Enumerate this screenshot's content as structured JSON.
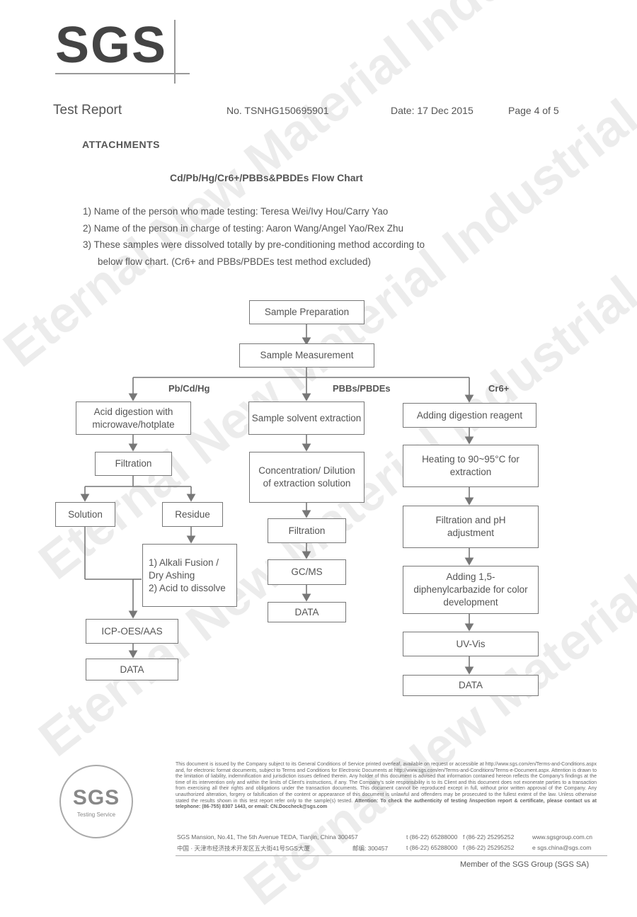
{
  "header": {
    "logo": "SGS",
    "title": "Test Report",
    "report_no": "No. TSNHG150695901",
    "date": "Date: 17 Dec 2015",
    "page": "Page 4 of 5"
  },
  "attachments_label": "ATTACHMENTS",
  "flow_title": "Cd/Pb/Hg/Cr6+/PBBs&PBDEs Flow Chart",
  "notes": [
    "1) Name of the person who made testing: Teresa Wei/Ivy  Hou/Carry  Yao",
    "2) Name of the person in charge of testing:  Aaron Wang/Angel Yao/Rex Zhu",
    "3) These samples were dissolved totally by pre-conditioning method according to",
    "below flow chart. (Cr6+ and PBBs/PBDEs test method excluded)"
  ],
  "flowchart": {
    "sample_prep": "Sample Preparation",
    "sample_meas": "Sample Measurement",
    "branches": {
      "left": "Pb/Cd/Hg",
      "middle": "PBBs/PBDEs",
      "right": "Cr6+"
    },
    "left": {
      "acid_digestion": "Acid digestion with microwave/hotplate",
      "filtration": "Filtration",
      "solution": "Solution",
      "residue": "Residue",
      "alkali": "1) Alkali Fusion / Dry Ashing",
      "acid_dissolve": "2) Acid to dissolve",
      "icp": "ICP-OES/AAS",
      "data": "DATA"
    },
    "middle": {
      "solvent": "Sample solvent extraction",
      "concentration": "Concentration/ Dilution of extraction solution",
      "filtration": "Filtration",
      "gcms": "GC/MS",
      "data": "DATA"
    },
    "right": {
      "reagent": "Adding digestion reagent",
      "heating": "Heating to 90~95°C for extraction",
      "ph": "Filtration and pH adjustment",
      "diphenyl": "Adding 1,5-diphenylcarbazide for color development",
      "uvvis": "UV-Vis",
      "data": "DATA"
    }
  },
  "watermark": "Eternal New Material Industrial Co.,Ltd",
  "footer": {
    "disclaimer": "This document is issued by the Company subject to its General Conditions of Service printed overleaf, available on request or accessible at http://www.sgs.com/en/Terms-and-Conditions.aspx and, for electronic format documents, subject to Terms and Conditions for Electronic Documents at http://www.sgs.com/en/Terms-and-Conditions/Terms-e-Document.aspx. Attention is drawn to the limitation of liability, indemnification and jurisdiction issues defined therein. Any holder of this document is advised that information contained hereon reflects the Company's findings at the time of its intervention only and within the limits of Client's instructions, if any. The Company's sole responsibility is to its Client and this document does not exonerate parties to a transaction from exercising all their rights and obligations under the transaction documents. This document cannot be reproduced except in full, without prior written approval of the Company. Any unauthorized alteration, forgery or falsification of the content or appearance of this document is unlawful and offenders may be prosecuted to the fullest extent of the law. Unless otherwise stated the results shown in this test report refer only to the sample(s) tested.",
    "attention": "Attention: To check the authenticity of testing /inspection report & certificate, please contact us at telephone: (86-755) 8307 1443, or email: CN.Doccheck@sgs.com",
    "addr_en": "SGS Mansion, No.41, The 5th Avenue TEDA, Tianjin, China 300457",
    "addr_cn": "中国 · 天津市经济技术开发区五大街41号SGS大厦",
    "postcode_label": "邮编: 300457",
    "tel1": "t (86-22) 65288000",
    "fax1": "f (86-22) 25295252",
    "web": "www.sgsgroup.com.cn",
    "tel2": "t (86-22) 65288000",
    "fax2": "f (86-22) 25295252",
    "email": "e sgs.china@sgs.com",
    "member": "Member of the SGS Group (SGS SA)",
    "seal_logo": "SGS",
    "seal_text": "Testing Service"
  }
}
